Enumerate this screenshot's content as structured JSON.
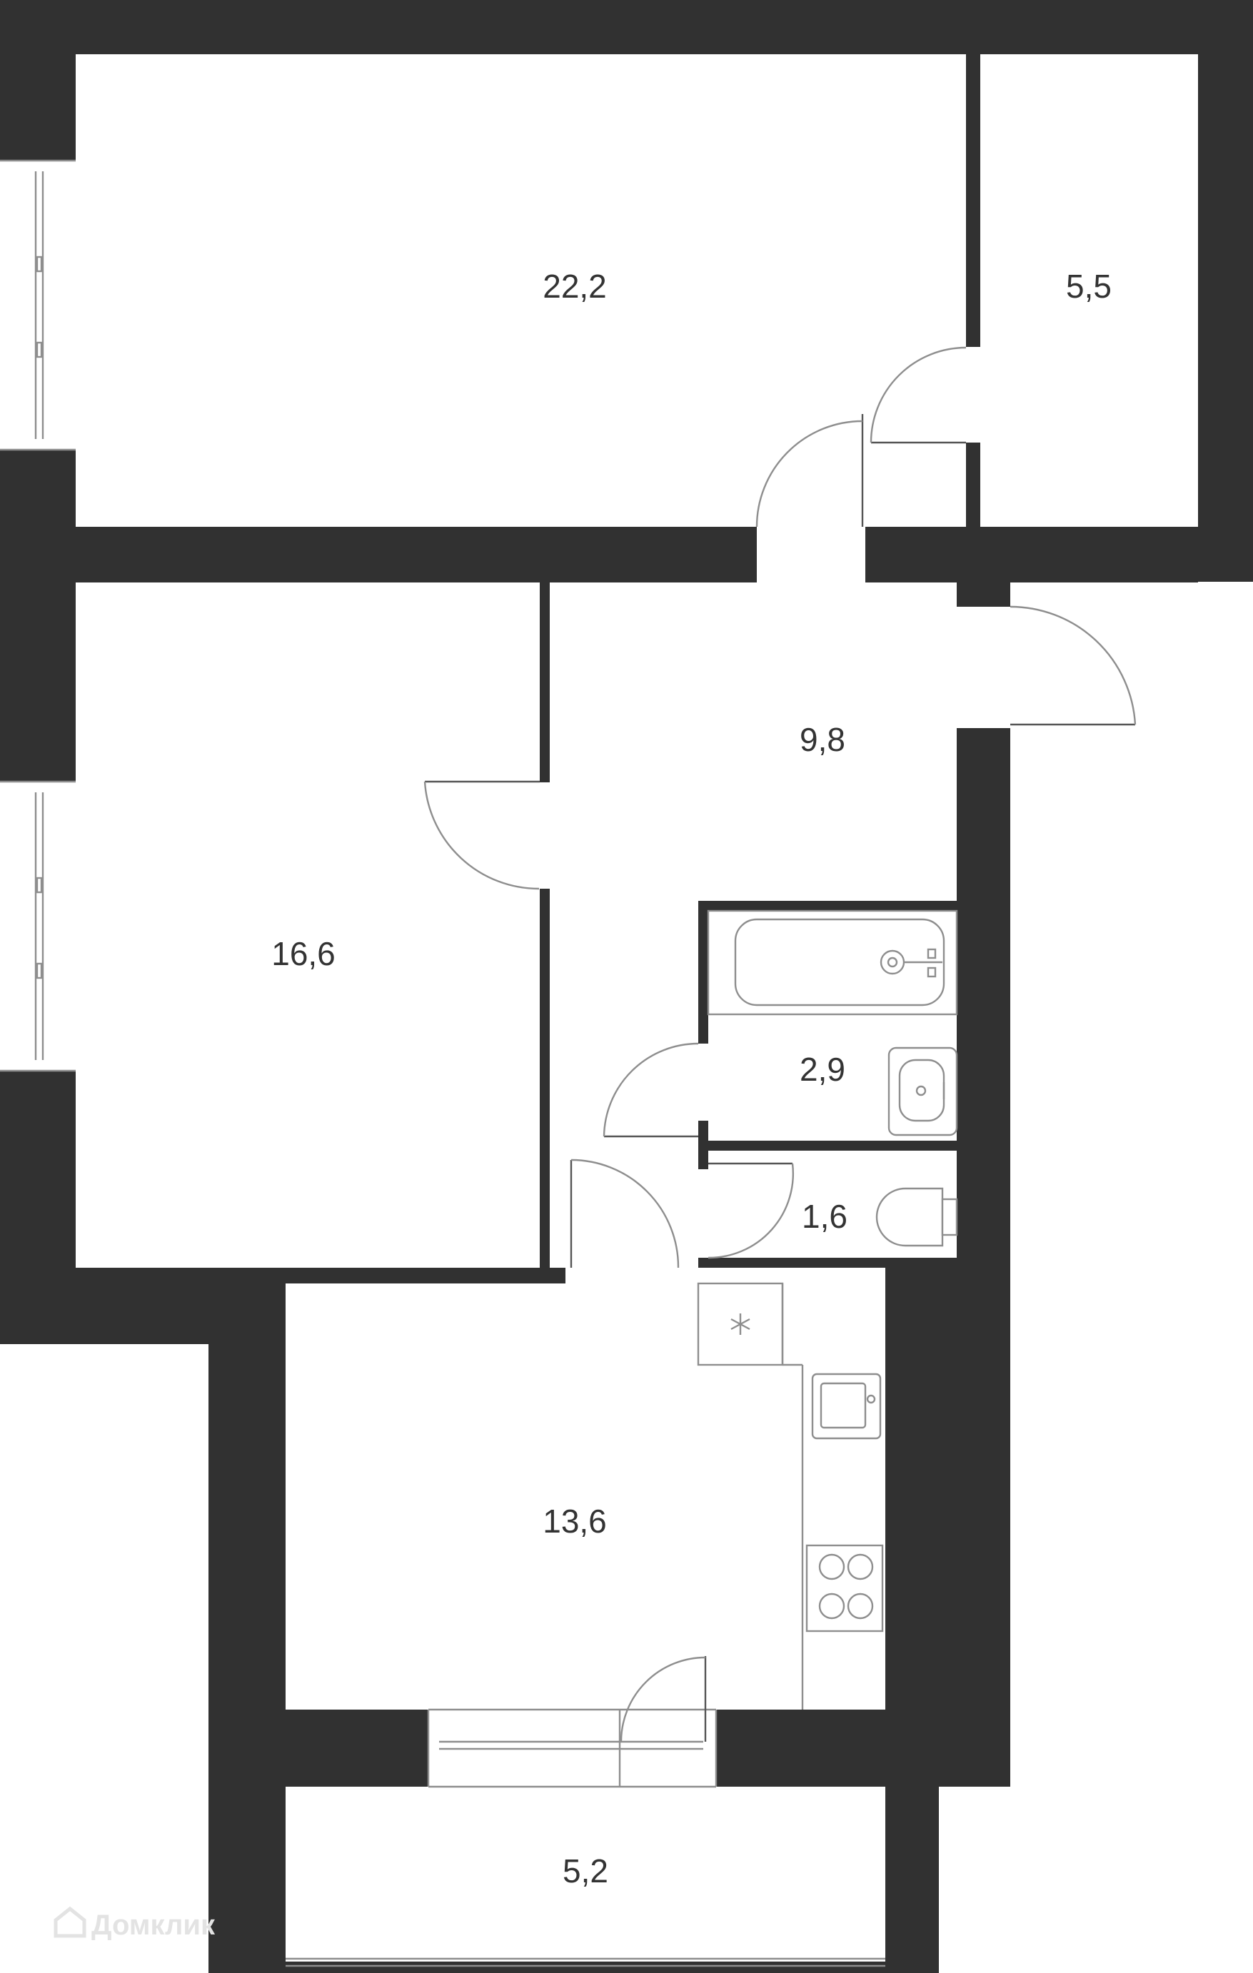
{
  "plan": {
    "rooms": {
      "living_large": {
        "area": "22,2"
      },
      "storage": {
        "area": "5,5"
      },
      "hallway": {
        "area": "9,8"
      },
      "bedroom": {
        "area": "16,6"
      },
      "bathroom": {
        "area": "2,9"
      },
      "toilet": {
        "area": "1,6"
      },
      "kitchen": {
        "area": "13,6"
      },
      "balcony": {
        "area": "5,2"
      }
    },
    "watermark": {
      "text": "Домклик"
    },
    "colors": {
      "wall": "#313131",
      "line": "#8e8e8e",
      "label": "#333333",
      "background": "#ffffff"
    }
  }
}
